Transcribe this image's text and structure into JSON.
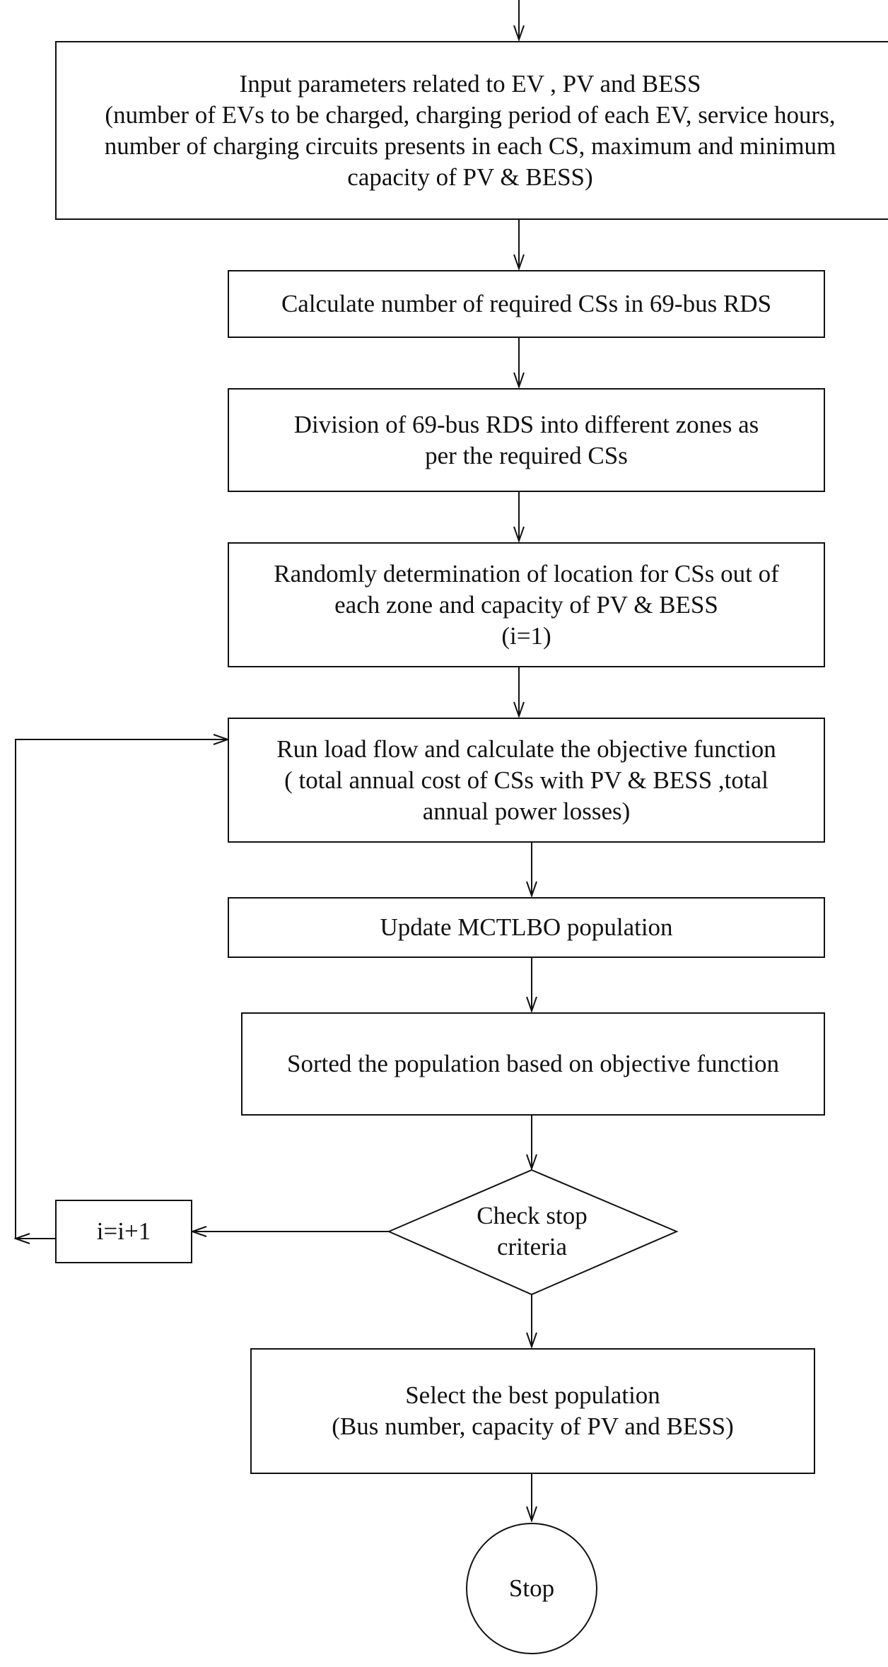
{
  "flowchart": {
    "input_box": {
      "lines": [
        "Input parameters related to EV , PV and BESS",
        "(number of EVs to be charged, charging period of each EV, service hours,",
        "number of charging circuits presents in each CS, maximum and minimum",
        "capacity of PV & BESS)"
      ]
    },
    "calc_cs_box": {
      "lines": [
        "Calculate number of required CSs in 69-bus RDS"
      ]
    },
    "division_box": {
      "lines": [
        "Division of  69-bus RDS  into different zones as",
        "per the required CSs"
      ]
    },
    "random_box": {
      "lines": [
        "Randomly determination of location for CSs out of",
        "each zone and capacity of PV & BESS",
        "(i=1)"
      ]
    },
    "loadflow_box": {
      "lines": [
        "Run load flow and calculate the objective function",
        "( total annual cost of CSs with PV & BESS ,total",
        "annual power losses)"
      ]
    },
    "update_box": {
      "lines": [
        "Update MCTLBO population"
      ]
    },
    "sorted_box": {
      "lines": [
        "Sorted the population based on objective function"
      ]
    },
    "decision": {
      "lines": [
        "Check stop",
        "criteria"
      ]
    },
    "increment_box": {
      "lines": [
        "i=i+1"
      ]
    },
    "select_box": {
      "lines": [
        "Select the best population",
        "(Bus number, capacity of PV and BESS)"
      ]
    },
    "stop_node": {
      "lines": [
        "Stop"
      ]
    }
  }
}
